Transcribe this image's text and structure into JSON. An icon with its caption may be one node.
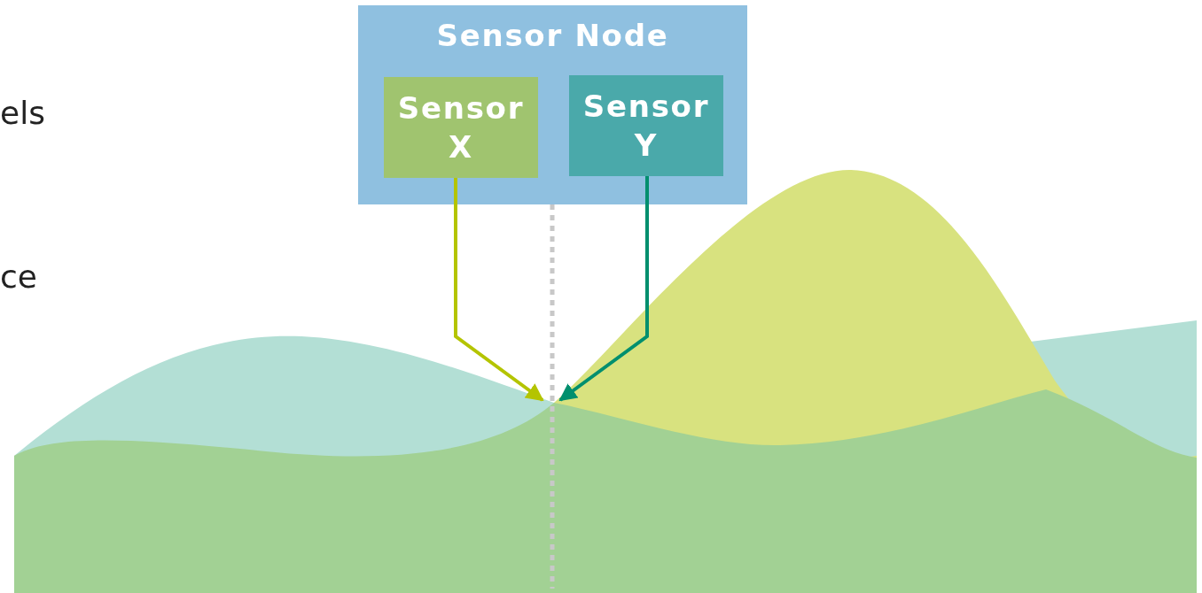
{
  "diagram": {
    "nodes": [
      {
        "text": [
          "Sensor Node"
        ]
      },
      {
        "text": [
          "Sensor X"
        ],
        "in": 0
      },
      {
        "text": [
          "Sensor Y"
        ],
        "in": 0
      }
    ],
    "edges": [
      {
        "from": 1,
        "to": null,
        "arrow": "to",
        "color": "#b4c400"
      },
      {
        "from": 2,
        "to": null,
        "arrow": "to",
        "color": "#008f6e"
      }
    ],
    "labels": [
      "els",
      "ce"
    ]
  }
}
